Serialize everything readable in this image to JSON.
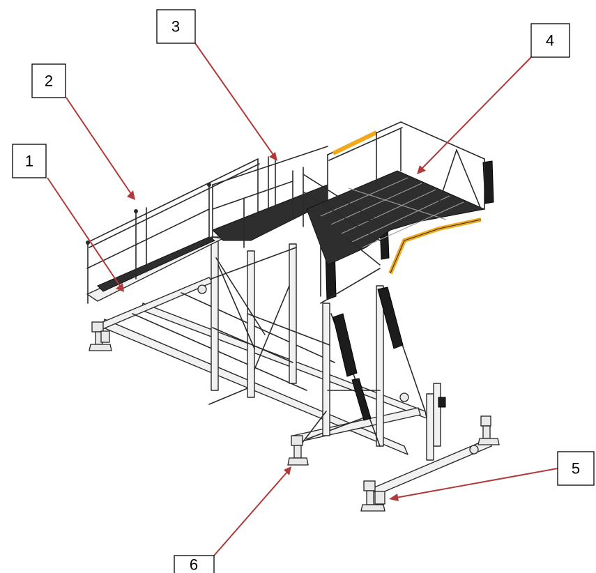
{
  "callouts": [
    {
      "id": "1",
      "label": "1"
    },
    {
      "id": "2",
      "label": "2"
    },
    {
      "id": "3",
      "label": "3"
    },
    {
      "id": "4",
      "label": "4"
    },
    {
      "id": "5",
      "label": "5"
    },
    {
      "id": "6",
      "label": "6"
    }
  ],
  "colors": {
    "leader": "#b03a3a",
    "safety_stripe": "#f0a81c",
    "grating": "#2e2e2e",
    "frame": "#2a2a2a"
  }
}
